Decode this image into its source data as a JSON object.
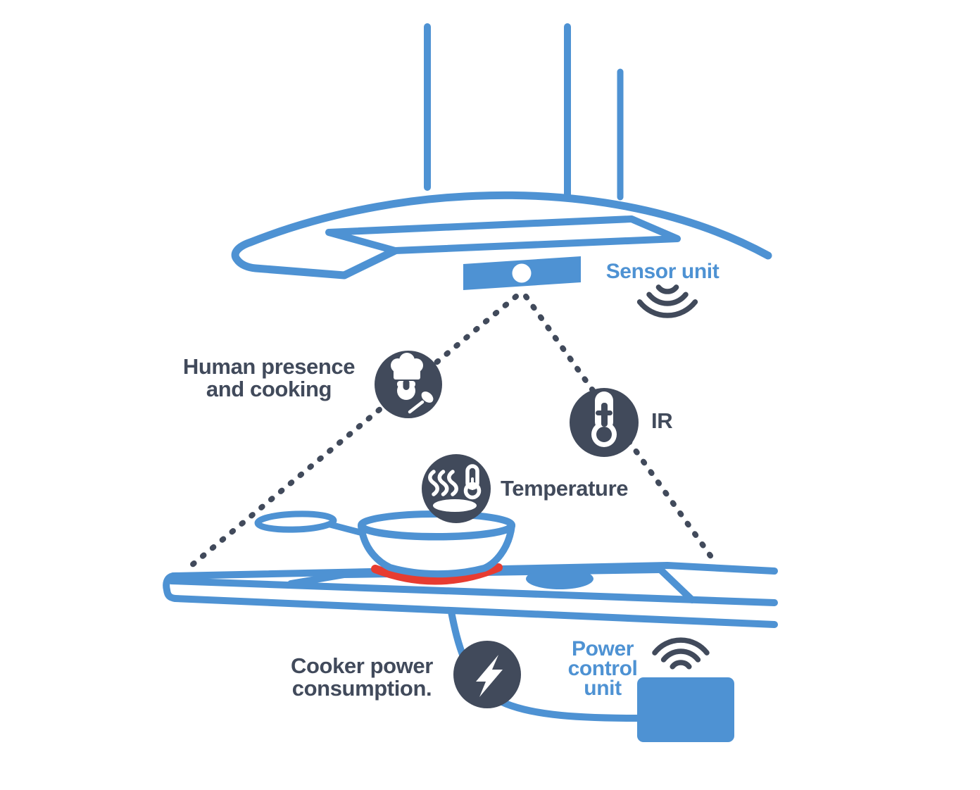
{
  "diagram": {
    "title_implicit": "Smart cooker guard sensor system",
    "labels": {
      "sensor_unit": "Sensor unit",
      "human_presence_line1": "Human presence",
      "human_presence_line2": "and cooking",
      "ir": "IR",
      "temperature": "Temperature",
      "cooker_power_line1": "Cooker power",
      "cooker_power_line2": "consumption.",
      "power_control_line1": "Power",
      "power_control_line2": "control",
      "power_control_line3": "unit"
    },
    "colors": {
      "line_blue": "#4e92d3",
      "icon_navy": "#414a5b",
      "heating_red": "#e73c31",
      "background": "#ffffff"
    },
    "icons": [
      {
        "name": "chef-icon",
        "meaning": "Human presence and cooking sensing"
      },
      {
        "name": "ir-thermometer-icon",
        "meaning": "IR temperature sensing"
      },
      {
        "name": "heat-temperature-icon",
        "meaning": "Temperature above pan"
      },
      {
        "name": "lightning-bolt-icon",
        "meaning": "Cooker power consumption"
      },
      {
        "name": "signal-down-icon",
        "meaning": "Sensor unit wireless signal"
      },
      {
        "name": "wifi-icon",
        "meaning": "Power control unit wireless signal"
      }
    ]
  }
}
